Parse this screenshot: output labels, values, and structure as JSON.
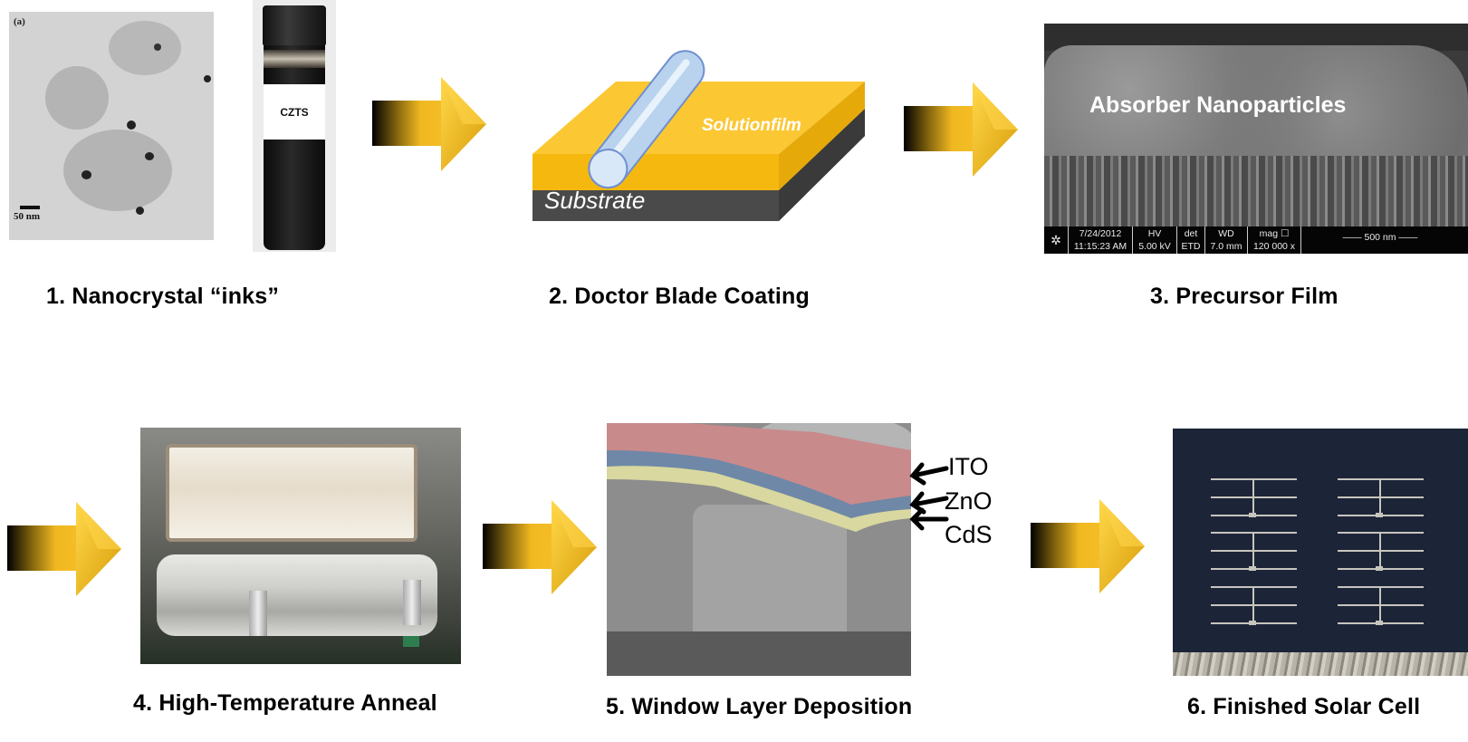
{
  "steps": [
    {
      "number": 1,
      "caption": "1. Nanocrystal “inks”",
      "image": {
        "tem_panel_label": "(a)",
        "scale_bar": "50 nm",
        "vial_label": "CZTS"
      }
    },
    {
      "number": 2,
      "caption": "2. Doctor Blade Coating",
      "image": {
        "film_label": "Solutionfilm",
        "substrate_label": "Substrate"
      }
    },
    {
      "number": 3,
      "caption": "3. Precursor Film",
      "image": {
        "overlay_label": "Absorber Nanoparticles",
        "sem_info": {
          "date": "7/24/2012",
          "time": "11:15:23 AM",
          "hv_header": "HV",
          "hv_value": "5.00 kV",
          "det_header": "det",
          "det_value": "ETD",
          "wd_header": "WD",
          "wd_value": "7.0 mm",
          "mag_header": "mag",
          "mag_value": "120 000 x",
          "scale_bar": "500 nm"
        }
      }
    },
    {
      "number": 4,
      "caption": "4. High-Temperature Anneal"
    },
    {
      "number": 5,
      "caption": "5. Window Layer Deposition",
      "image": {
        "layers": [
          {
            "name": "ITO",
            "color": "#c98a8c"
          },
          {
            "name": "ZnO",
            "color": "#6f88a8"
          },
          {
            "name": "CdS",
            "color": "#d8d8a0"
          }
        ]
      }
    },
    {
      "number": 6,
      "caption": "6. Finished Solar Cell"
    }
  ],
  "colors": {
    "arrow_gold": "#f2b61c",
    "arrow_dark": "#000000",
    "film_yellow": "#f8c12a",
    "substrate_gray": "#4a4a4a",
    "rod_blue": "#b9d3ee"
  }
}
